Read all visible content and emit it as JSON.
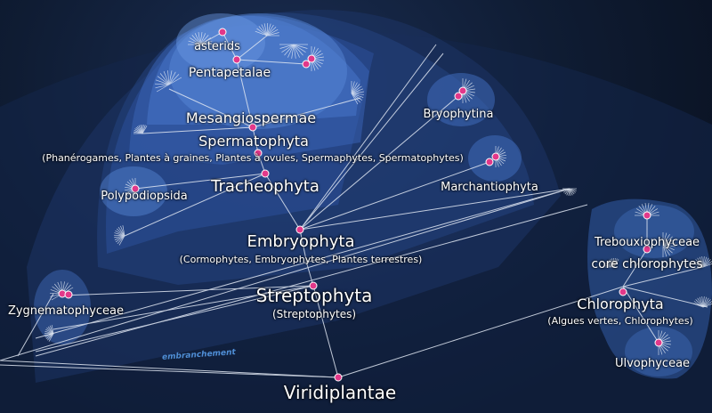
{
  "colors": {
    "node": "#e2388a",
    "node_stroke": "#ffffff",
    "branch": "#dfe6f2",
    "label": "#ffffff",
    "rank_label": "#4f8ed6"
  },
  "rank_label": "embranchement",
  "nodes": {
    "asterids": {
      "name": "asterids"
    },
    "pentapetalae": {
      "name": "Pentapetalae"
    },
    "mesangiospermae": {
      "name": "Mesangiospermae"
    },
    "spermatophyta": {
      "name": "Spermatophyta",
      "synonyms": "(Phanérogames, Plantes à graines, Plantes à ovules, Spermaphytes, Spermatophytes)"
    },
    "polypodiopsida": {
      "name": "Polypodiopsida"
    },
    "tracheophyta": {
      "name": "Tracheophyta"
    },
    "embryophyta": {
      "name": "Embryophyta",
      "synonyms": "(Cormophytes, Embryophytes, Plantes terrestres)"
    },
    "streptophyta": {
      "name": "Streptophyta",
      "synonyms": "(Streptophytes)"
    },
    "zygnematophyceae": {
      "name": "Zygnematophyceae"
    },
    "bryophytina": {
      "name": "Bryophytina"
    },
    "marchantiophyta": {
      "name": "Marchantiophyta"
    },
    "trebouxiophyceae": {
      "name": "Trebouxiophyceae"
    },
    "core_chlorophytes": {
      "name": "core chlorophytes"
    },
    "chlorophyta": {
      "name": "Chlorophyta",
      "synonyms": "(Algues vertes, Chlorophytes)"
    },
    "ulvophyceae": {
      "name": "Ulvophyceae"
    },
    "viridiplantae": {
      "name": "Viridiplantae"
    }
  }
}
